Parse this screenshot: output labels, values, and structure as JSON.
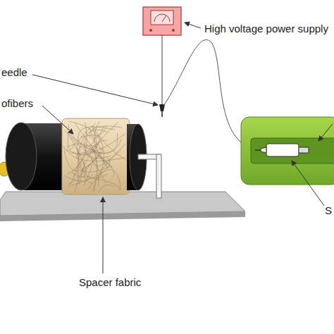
{
  "diagram": {
    "labels": [
      "High voltage power supply",
      "eedle",
      "ofibers",
      "Spacer fabric",
      "S"
    ]
  }
}
